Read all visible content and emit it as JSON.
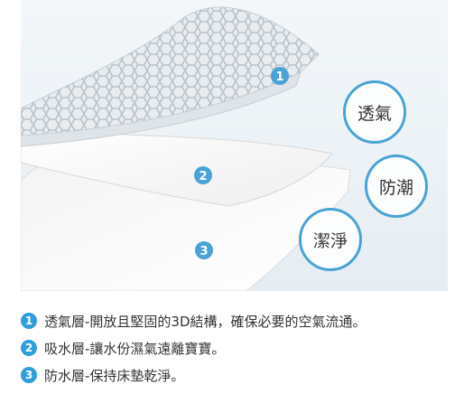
{
  "colors": {
    "accent": "#2f9fdb",
    "bubble_border": "#4aa3d6",
    "text": "#333333"
  },
  "bubbles": [
    {
      "label": "透氣"
    },
    {
      "label": "防潮"
    },
    {
      "label": "潔淨"
    }
  ],
  "layer_markers": [
    "1",
    "2",
    "3"
  ],
  "legend": [
    {
      "num": "1",
      "text": "透氣層-開放且堅固的3D結構，確保必要的空氣流通。"
    },
    {
      "num": "2",
      "text": "吸水層-讓水份濕氣遠離寶寶。"
    },
    {
      "num": "3",
      "text": "防水層-保持床墊乾淨。"
    }
  ]
}
